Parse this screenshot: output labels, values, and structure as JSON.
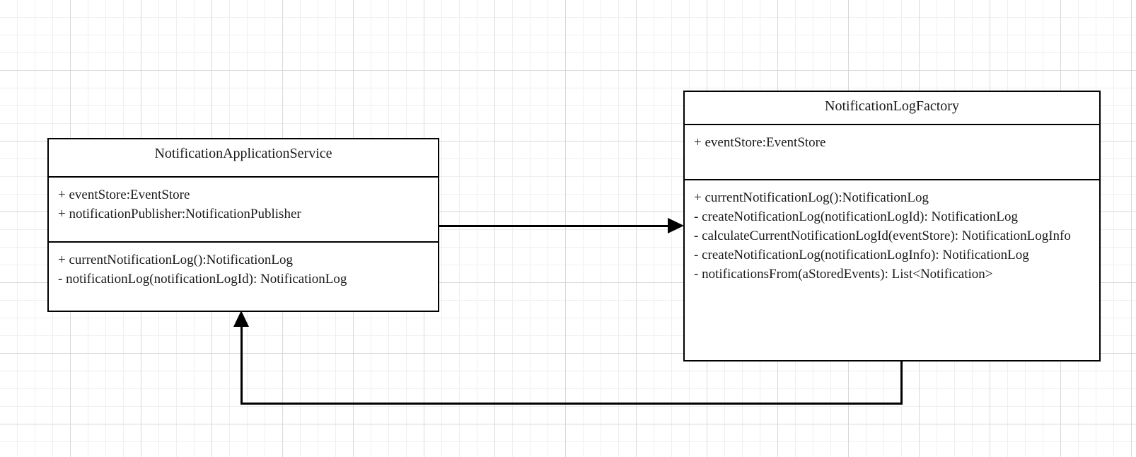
{
  "diagram": {
    "type": "uml-class-diagram",
    "background": "#ffffff",
    "grid_color": "#efefef",
    "grid_major_color": "#d9d9d9",
    "stroke_color": "#000000"
  },
  "classes": [
    {
      "id": "notification-application-service",
      "name": "NotificationApplicationService",
      "attributes": [
        "+ eventStore:EventStore",
        "+ notificationPublisher:NotificationPublisher"
      ],
      "operations": [
        "+ currentNotificationLog():NotificationLog",
        "- notificationLog(notificationLogId): NotificationLog"
      ]
    },
    {
      "id": "notification-log-factory",
      "name": "NotificationLogFactory",
      "attributes": [
        "+ eventStore:EventStore"
      ],
      "operations": [
        "+ currentNotificationLog():NotificationLog",
        "- createNotificationLog(notificationLogId): NotificationLog",
        "- calculateCurrentNotificationLogId(eventStore): NotificationLogInfo",
        "- createNotificationLog(notificationLogInfo): NotificationLog",
        "- notificationsFrom(aStoredEvents): List<Notification>"
      ]
    }
  ],
  "edges": [
    {
      "id": "service-to-factory",
      "from": "NotificationApplicationService",
      "to": "NotificationLogFactory",
      "style": "solid",
      "arrowhead": "filled-triangle",
      "direction": "right"
    },
    {
      "id": "factory-to-service",
      "from": "NotificationLogFactory",
      "to": "NotificationApplicationService",
      "style": "solid-orthogonal",
      "arrowhead": "filled-triangle",
      "direction": "up"
    }
  ]
}
